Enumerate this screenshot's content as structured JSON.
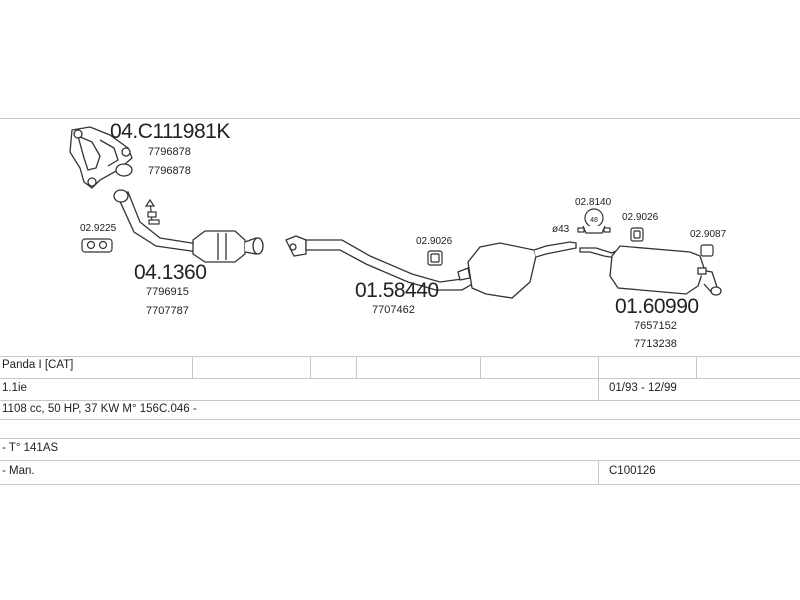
{
  "parts": {
    "manifold": {
      "part_no": "04.C111981K",
      "refs": [
        "7796878",
        "7796878"
      ]
    },
    "front_pipe_cat": {
      "part_no": "04.1360",
      "refs": [
        "7796915",
        "7707787"
      ]
    },
    "middle_pipe": {
      "part_no": "01.58440",
      "refs": [
        "7707462"
      ]
    },
    "rear_muffler": {
      "part_no": "01.60990",
      "refs": [
        "7657152",
        "7713238"
      ]
    }
  },
  "fittings": {
    "gasket_left": "02.9225",
    "hanger_mid": "02.9026",
    "clamp_dia": "ø43",
    "clamp_part": "02.8140",
    "clamp_num": "48",
    "hanger_rear": "02.9026",
    "hanger_end": "02.9087"
  },
  "table": {
    "model": "Panda I  [CAT]",
    "engine": "1.1ie",
    "years": "01/93 - 12/99",
    "spec": "1108 cc, 50 HP, 37 KW M° 156C.046 -",
    "type": "- T° 141AS",
    "gearbox": "- Man.",
    "code": "C100126"
  }
}
